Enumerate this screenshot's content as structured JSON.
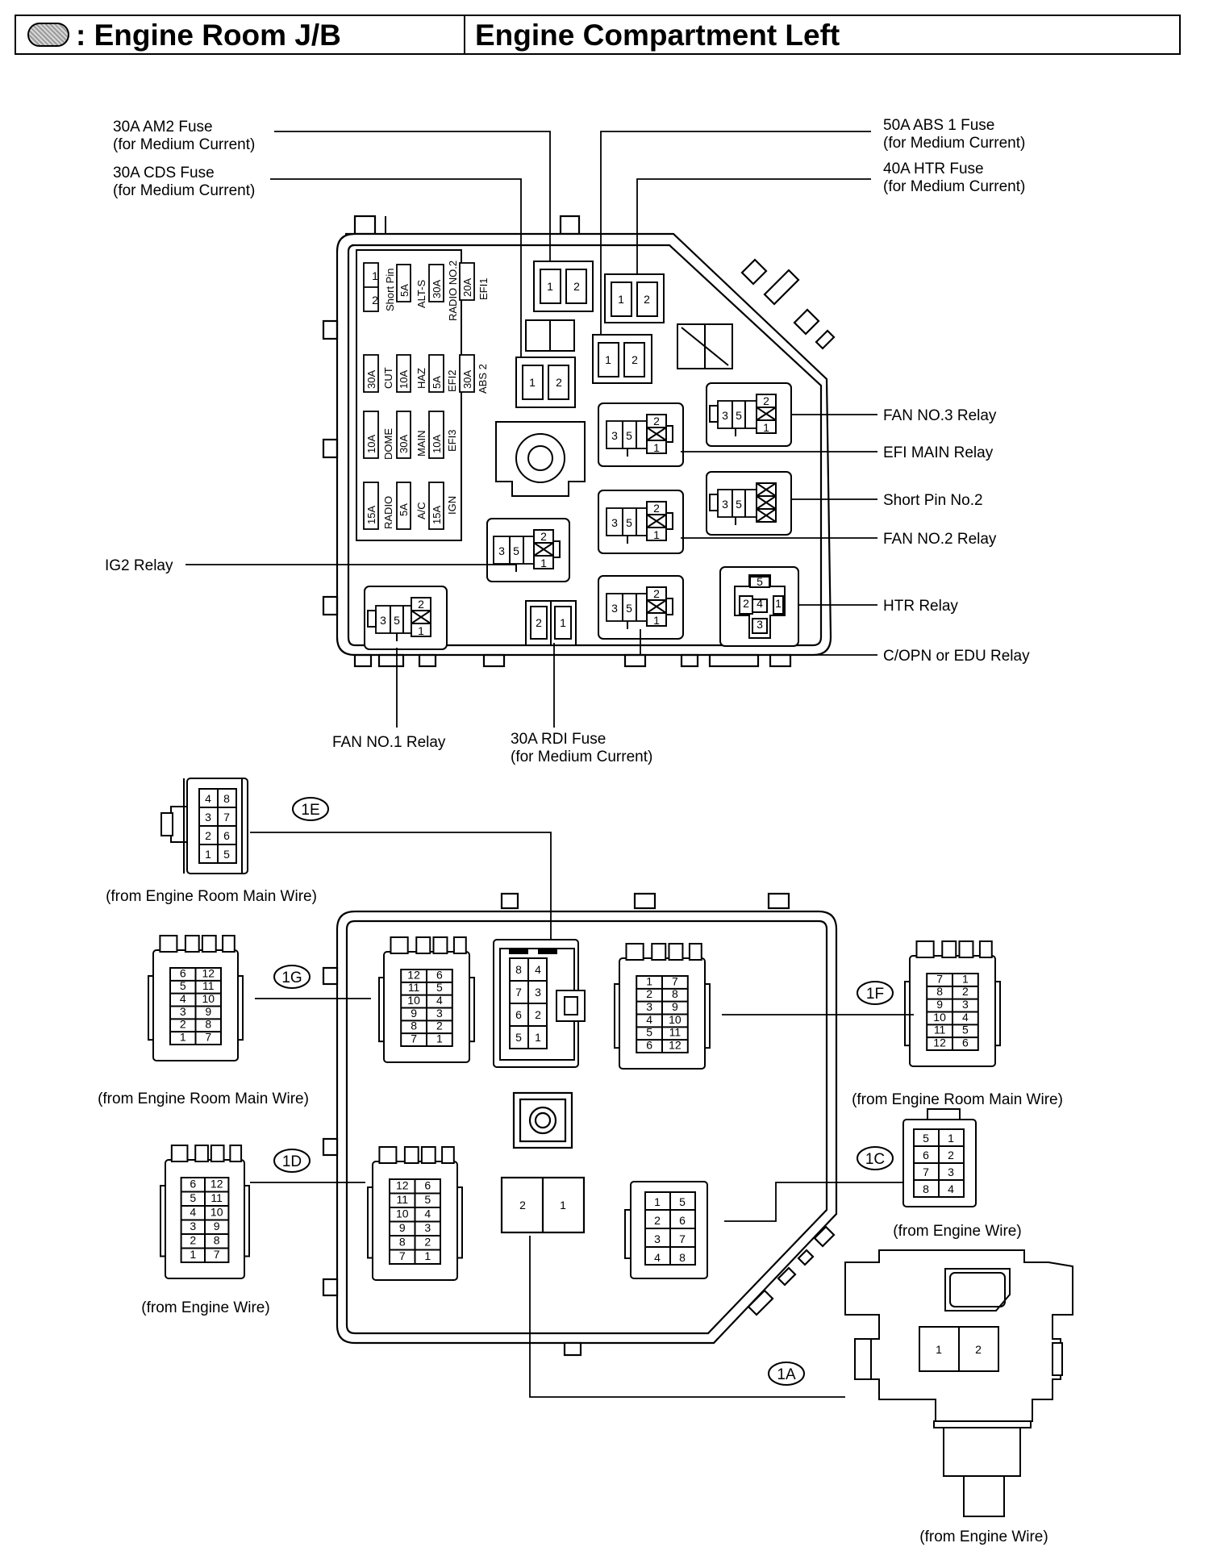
{
  "header": {
    "badge_icon": "connector-oval-icon",
    "title_left": ": Engine Room J/B",
    "title_right": "Engine Compartment Left"
  },
  "labels": {
    "am2_fuse": [
      "30A AM2 Fuse",
      "(for Medium Current)"
    ],
    "cds_fuse": [
      "30A CDS Fuse",
      "(for Medium Current)"
    ],
    "abs1_fuse": [
      "50A ABS 1 Fuse",
      "(for Medium Current)"
    ],
    "htr_fuse": [
      "40A HTR Fuse",
      "(for Medium Current)"
    ],
    "fan3_relay": "FAN NO.3 Relay",
    "efi_main_relay": "EFI MAIN Relay",
    "short_pin2": "Short Pin No.2",
    "fan2_relay": "FAN NO.2 Relay",
    "htr_relay": "HTR Relay",
    "copn_relay": "C/OPN or EDU Relay",
    "ig2_relay": "IG2 Relay",
    "fan1_relay": "FAN NO.1 Relay",
    "rdi_fuse": [
      "30A RDI Fuse",
      "(for Medium Current)"
    ]
  },
  "fuse_panel": {
    "col1": {
      "short_pin": "Short Pin",
      "fuse_5a": "5A",
      "alt_s": "ALT-S",
      "fuse_30a": "30A",
      "radio2": "RADIO NO.2",
      "fuse_20a": "20A",
      "efi1": "EFI1"
    },
    "col2": {
      "a": "30A",
      "b": "CUT",
      "c": "10A",
      "d": "HAZ",
      "e": "5A",
      "f": "EFI2",
      "g": "30A",
      "h": "ABS 2"
    },
    "col3": {
      "a": "10A",
      "b": "DOME",
      "c": "30A",
      "d": "MAIN",
      "e": "10A",
      "f": "EFI3"
    },
    "col4": {
      "a": "15A",
      "b": "RADIO",
      "c": "5A",
      "d": "A/C",
      "e": "15A",
      "f": "IGN"
    }
  },
  "connectors": {
    "1E": {
      "id": "1E",
      "caption": "(from Engine Room Main Wire)"
    },
    "1G": {
      "id": "1G",
      "caption": "(from Engine Room Main Wire)"
    },
    "1F": {
      "id": "1F",
      "caption": "(from Engine Room Main Wire)"
    },
    "1C": {
      "id": "1C",
      "caption": "(from Engine Wire)"
    },
    "1D": {
      "id": "1D",
      "caption": "(from Engine Wire)"
    },
    "1A": {
      "id": "1A",
      "caption": "(from Engine Wire)"
    }
  },
  "pins": {
    "p1": "1",
    "p2": "2",
    "p3": "3",
    "p4": "4",
    "p5": "5",
    "p6": "6",
    "p7": "7",
    "p8": "8",
    "p9": "9",
    "p10": "10",
    "p11": "11",
    "p12": "12"
  }
}
